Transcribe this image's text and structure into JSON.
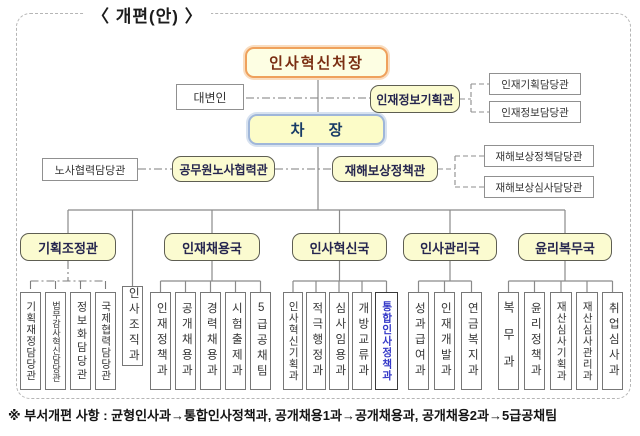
{
  "title": "〈 개편(안) 〉",
  "colors": {
    "head_border": "#efa15c",
    "deputy_border": "#9fb6d9",
    "unit_fill": "#fbfbd0",
    "highlight_text": "#3438c8"
  },
  "top": {
    "head": "인사혁신처장",
    "deputy": "차 장",
    "spokesperson": "대변인"
  },
  "officers": {
    "talent_info": {
      "label": "인재정보기획관",
      "children": [
        "인재기획담당관",
        "인재정보담당관"
      ]
    },
    "labor": {
      "label": "공무원노사협력관",
      "aide": "노사협력담당관"
    },
    "disaster": {
      "label": "재해보상정책관",
      "children": [
        "재해보상정책담당관",
        "재해보상심사담당관"
      ]
    }
  },
  "standalone_division": "인사조직과",
  "bureaus": [
    {
      "label": "기획조정관",
      "divisions": [
        "기획재정담당관",
        "법무감사혁신담당관",
        "정보화담당관",
        "국제협력담당관"
      ]
    },
    {
      "label": "인재채용국",
      "divisions": [
        "인재정책과",
        "공개채용과",
        "경력채용과",
        "시험출제과",
        "5급공채팀"
      ]
    },
    {
      "label": "인사혁신국",
      "divisions": [
        "인사혁신기획과",
        "적극행정과",
        "심사임용과",
        "개방교류과",
        "통합인사정책과"
      ],
      "highlighted": "통합인사정책과"
    },
    {
      "label": "인사관리국",
      "divisions": [
        "성과급여과",
        "인재개발과",
        "연금복지과"
      ]
    },
    {
      "label": "윤리복무국",
      "divisions": [
        "복무과",
        "윤리정책과",
        "재산심사기획과",
        "재산심사관리과",
        "취업심사과"
      ]
    }
  ],
  "footnote": "※ 부서개편 사항 : 균형인사과→통합인사정책과, 공개채용1과→공개채용과, 공개채용2과→5급공채팀"
}
